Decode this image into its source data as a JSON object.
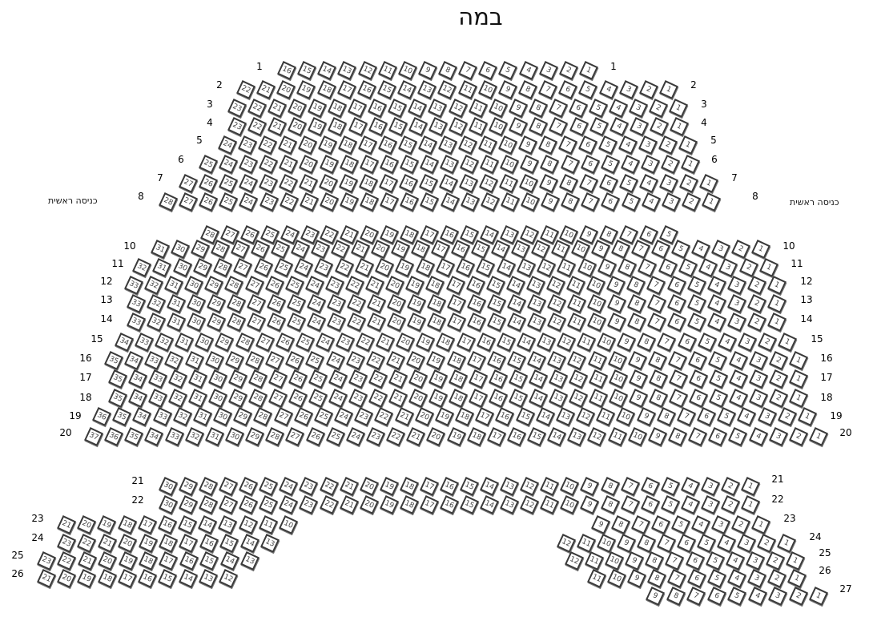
{
  "title": "במה",
  "entrance_label": "כניסה ראשית",
  "rows": [
    {
      "label": "1",
      "sections": [
        {
          "from": 16,
          "to": 1
        }
      ]
    },
    {
      "label": "2",
      "sections": [
        {
          "from": 22,
          "to": 1
        }
      ]
    },
    {
      "label": "3",
      "sections": [
        {
          "from": 23,
          "to": 1
        }
      ]
    },
    {
      "label": "4",
      "sections": [
        {
          "from": 23,
          "to": 1
        }
      ]
    },
    {
      "label": "5",
      "sections": [
        {
          "from": 24,
          "to": 1
        }
      ]
    },
    {
      "label": "6",
      "sections": [
        {
          "from": 25,
          "to": 1
        }
      ]
    },
    {
      "label": "7",
      "sections": [
        {
          "from": 27,
          "to": 1
        }
      ]
    },
    {
      "label": "8",
      "sections": [
        {
          "from": 28,
          "to": 1
        }
      ]
    },
    {
      "label": "",
      "sections": [
        {
          "from": 28,
          "to": 5
        }
      ]
    },
    {
      "label": "10",
      "sections": [
        {
          "from": 31,
          "to": 1
        }
      ]
    },
    {
      "label": "11",
      "sections": [
        {
          "from": 32,
          "to": 1
        }
      ]
    },
    {
      "label": "12",
      "sections": [
        {
          "from": 33,
          "to": 1
        }
      ]
    },
    {
      "label": "13",
      "sections": [
        {
          "from": 33,
          "to": 1
        }
      ]
    },
    {
      "label": "14",
      "sections": [
        {
          "from": 33,
          "to": 1
        }
      ]
    },
    {
      "label": "15",
      "sections": [
        {
          "from": 34,
          "to": 1
        }
      ]
    },
    {
      "label": "16",
      "sections": [
        {
          "from": 35,
          "to": 1
        }
      ]
    },
    {
      "label": "17",
      "sections": [
        {
          "from": 35,
          "to": 1
        }
      ]
    },
    {
      "label": "18",
      "sections": [
        {
          "from": 35,
          "to": 1
        }
      ]
    },
    {
      "label": "19",
      "sections": [
        {
          "from": 36,
          "to": 1
        }
      ]
    },
    {
      "label": "20",
      "sections": [
        {
          "from": 37,
          "to": 1
        }
      ]
    },
    {
      "label": "21",
      "sections": [
        {
          "from": 30,
          "to": 1
        }
      ]
    },
    {
      "label": "22",
      "sections": [
        {
          "from": 30,
          "to": 1
        }
      ]
    },
    {
      "label": "23",
      "sections": [
        {
          "from": 21,
          "to": 10
        },
        {
          "from": 9,
          "to": 1
        }
      ]
    },
    {
      "label": "24",
      "sections": [
        {
          "from": 23,
          "to": 13
        },
        {
          "from": 12,
          "to": 1
        }
      ]
    },
    {
      "label": "25",
      "sections": [
        {
          "from": 23,
          "to": 13
        },
        {
          "from": 12,
          "to": 1
        }
      ]
    },
    {
      "label": "26",
      "sections": [
        {
          "from": 21,
          "to": 12
        },
        {
          "from": 11,
          "to": 1
        }
      ]
    },
    {
      "label": "27",
      "sections": [
        {
          "from": 9,
          "to": 1
        }
      ]
    }
  ]
}
